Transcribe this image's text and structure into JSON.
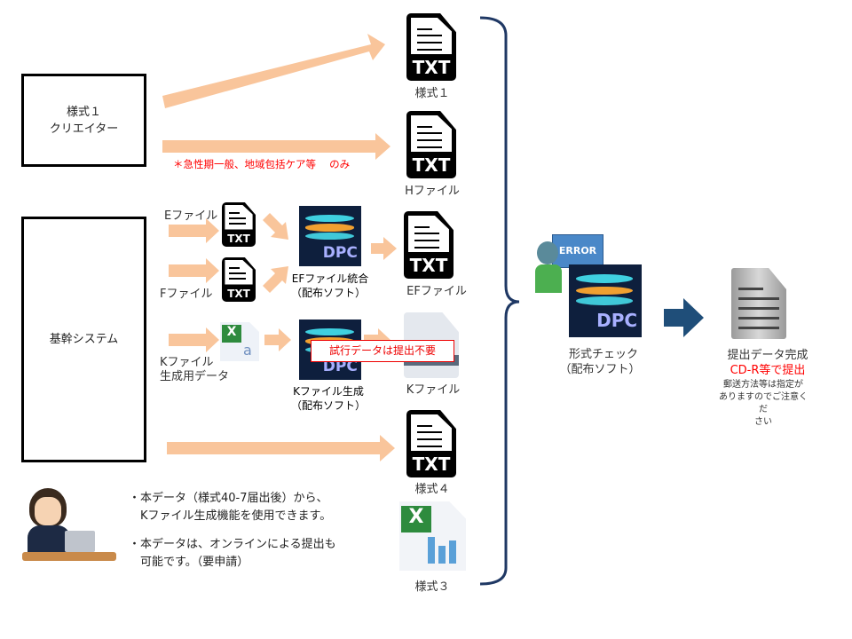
{
  "boxes": {
    "creator": "様式１\nクリエイター",
    "core": "基幹システム"
  },
  "labels": {
    "form1": "様式１",
    "h_file": "Hファイル",
    "e_file": "Eファイル",
    "f_file": "Fファイル",
    "ef_merge_1": "EFファイル統合",
    "ef_merge_2": "（配布ソフト）",
    "ef_file": "EFファイル",
    "k_data_1": "Kファイル",
    "k_data_2": "生成用データ",
    "k_gen_1": "Kファイル生成",
    "k_gen_2": "（配布ソフト）",
    "k_file": "Kファイル",
    "form4": "様式４",
    "form3": "様式３",
    "check_1": "形式チェック",
    "check_2": "（配布ソフト）",
    "done": "提出データ完成",
    "cdr": "CD-R等で提出",
    "mail_note": "郵送方法等は指定が\nありますのでご注意くだ\nさい",
    "note_red": "＊急性期一般、地域包括ケア等　 のみ",
    "trial": "試行データは提出不要",
    "txt": "TXT",
    "dpc": "DPC",
    "error": "ERROR"
  },
  "bullets": [
    "・本データ（様式40-7届出後）から、",
    "　Kファイル生成機能を使用できます。",
    "・本データは、オンラインによる提出も",
    "　可能です。（要申請）"
  ],
  "colors": {
    "arrow": "#f9c59b",
    "navy": "#1f4e79",
    "red": "#ff0000"
  }
}
